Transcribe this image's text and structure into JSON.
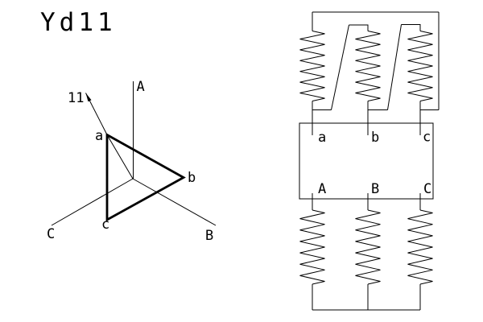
{
  "title": "Yd11",
  "colors": {
    "ink": "#000000",
    "background": "#ffffff"
  },
  "phasor_diagram": {
    "clock_label": "11",
    "hv_axis_labels": {
      "A": "A",
      "B": "B",
      "C": "C"
    },
    "delta_vertex_labels": {
      "a": "a",
      "b": "b",
      "c": "c"
    }
  },
  "winding_diagram": {
    "lv_terminals": [
      "a",
      "b",
      "c"
    ],
    "hv_terminals": [
      "A",
      "B",
      "C"
    ]
  }
}
